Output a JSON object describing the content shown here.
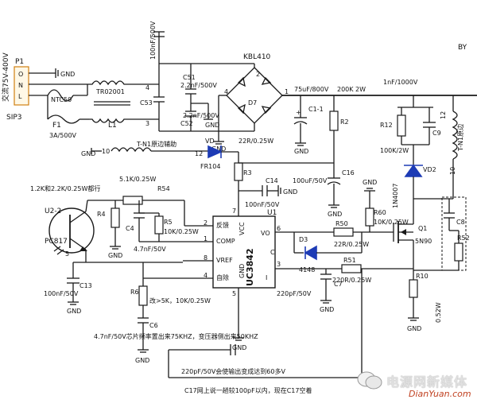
{
  "labels": {
    "p1": "P1",
    "ac_in": "交流75V-400V",
    "sip3": "SIP3",
    "onl_o": "O",
    "onl_n": "N",
    "onl_l": "L",
    "gnd": "GND",
    "ntc": "NTC50",
    "tr": "TR02001",
    "l1": "L1",
    "f1": "F1",
    "f1_val": "3A/500V",
    "cap_top": "100nF/500V",
    "c53": "C53",
    "c51": "C51",
    "c51_val": "2.2nF/500V",
    "c52": "C52",
    "c52_val": "2.2nF/500V",
    "kbl": "KBL410",
    "d7": "D7",
    "n4": "4",
    "n3": "3",
    "n2": "2",
    "n1": "1",
    "c11": "C1-1",
    "c11_val": "75uF/800V",
    "r2": "R2",
    "r2_val": "200K 2W",
    "c_snub_val": "1nF/1000V",
    "r12": "R12",
    "c9": "C9",
    "r12_val": "100K/2W",
    "d2": "VD2",
    "d2_part": "1N4007",
    "pri": "T-N1原边",
    "pri_12": "12",
    "pri_10": "10",
    "aux": "T-N1原边辅助",
    "aux_10": "10",
    "aux_12": "12",
    "vd": "VD",
    "fr104": "FR104",
    "r_22": "22R/0.25W",
    "r3": "R3",
    "c14": "C14",
    "c14_val": "100nF/50V",
    "c16": "C16",
    "c16_val": "100uF/50V",
    "note_top": "1.2K和2.2K/0.25W都行",
    "r54_val": "5.1K/0.25W",
    "r54": "R54",
    "u2": "U2-2",
    "pc817": "PC817",
    "r4": "R4",
    "c4": "C4",
    "r5": "R5",
    "r5_val": "10K/0.25W",
    "c4_val": "4.7nF/50V",
    "pin_fb": "反馈",
    "pin_comp": "COMP",
    "pin_vref": "VREF",
    "pin_self": "自除",
    "pin_vcc": "VCC",
    "pin_vo": "VO",
    "pin_gnd": "GND",
    "pin_i": "I",
    "u1": "U1",
    "chip": "UC3842",
    "p2": "2",
    "p1n": "1",
    "p8": "8",
    "p4": "4",
    "p7": "7",
    "p6": "6",
    "p5": "5",
    "p3": "3",
    "c_lbl": "C",
    "r60": "R60",
    "r60_val": "10K/0.25W",
    "r50": "R50",
    "r50_val": "22R/0.25W",
    "d3": "D3",
    "d3_part": "4148",
    "r51": "R51",
    "r51_val": "220R/0.25W",
    "c7": "C7",
    "c7_val": "220pF/50V",
    "q1": "Q1",
    "q1_part": "5N90",
    "c8": "C8",
    "r52": "R52",
    "r10": "R10",
    "r10_val": "0.52W",
    "c13": "C13",
    "c13_val": "100nF/50V",
    "r6": "R6",
    "r6_note": "改>5K，10K/0.25W",
    "c6": "C6",
    "c6_note": "4.7nF/50V芯片频率置出来75KHZ，变压器侧出来50KHZ",
    "c_loop_note": "220pF/50V会使输出变成达到60多V",
    "bottom_note": "C17网上说一趟较100pF以内，现在C17空着",
    "by": "BY"
  },
  "watermark": {
    "brand": "电源网新媒体",
    "site": "DianYuan.com"
  }
}
